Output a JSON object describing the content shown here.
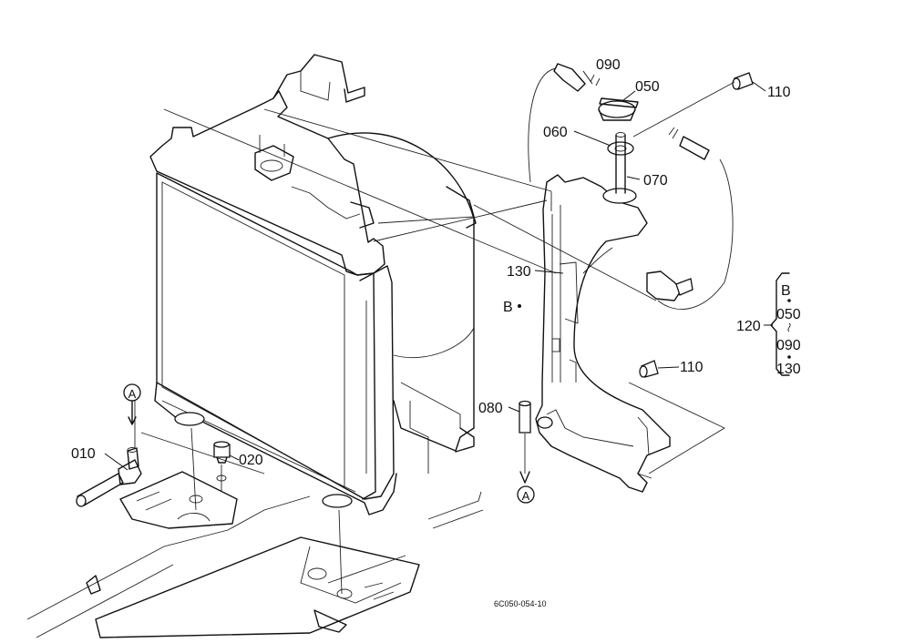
{
  "labels": {
    "p010": "010",
    "p020": "020",
    "p050": "050",
    "p060": "060",
    "p070": "070",
    "p080": "080",
    "p090": "090",
    "p110_top": "110",
    "p110_mid": "110",
    "p120": "120",
    "p130": "130",
    "b_ref": "B",
    "a_ref_top": "A",
    "a_ref_bottom": "A"
  },
  "group_box": {
    "title": "B",
    "from": "050",
    "to": "090",
    "last": "130"
  },
  "drawing_number": "6C050-054-10"
}
